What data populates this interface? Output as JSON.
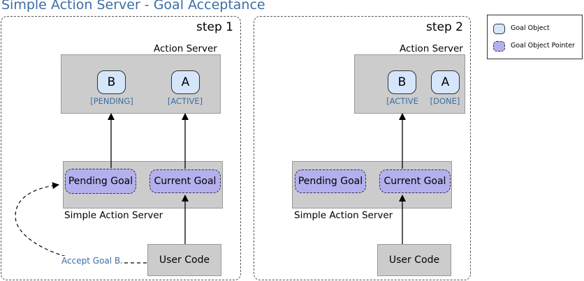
{
  "title": "Simple Action Server - Goal Acceptance",
  "legend": {
    "goal_object": "Goal Object",
    "goal_object_pointer": "Goal Object Pointer"
  },
  "step1": {
    "label": "step 1",
    "action_server": "Action Server",
    "goal_b": {
      "letter": "B",
      "state": "[PENDING]"
    },
    "goal_a": {
      "letter": "A",
      "state": "[ACTIVE]"
    },
    "pending_goal": "Pending Goal",
    "current_goal": "Current Goal",
    "simple_action_server": "Simple Action Server",
    "user_code": "User Code",
    "accept_label": "Accept Goal B"
  },
  "step2": {
    "label": "step 2",
    "action_server": "Action Server",
    "goal_b": {
      "letter": "B",
      "state": "[ACTIVE"
    },
    "goal_a": {
      "letter": "A",
      "state": "[DONE]"
    },
    "pending_goal": "Pending Goal",
    "current_goal": "Current Goal",
    "simple_action_server": "Simple Action Server",
    "user_code": "User Code"
  },
  "colors": {
    "title": "#3a6ea5",
    "goal_object_fill": "#d5e6fb",
    "goal_pointer_fill": "#b4b0ee",
    "server_fill": "#cccccc"
  }
}
